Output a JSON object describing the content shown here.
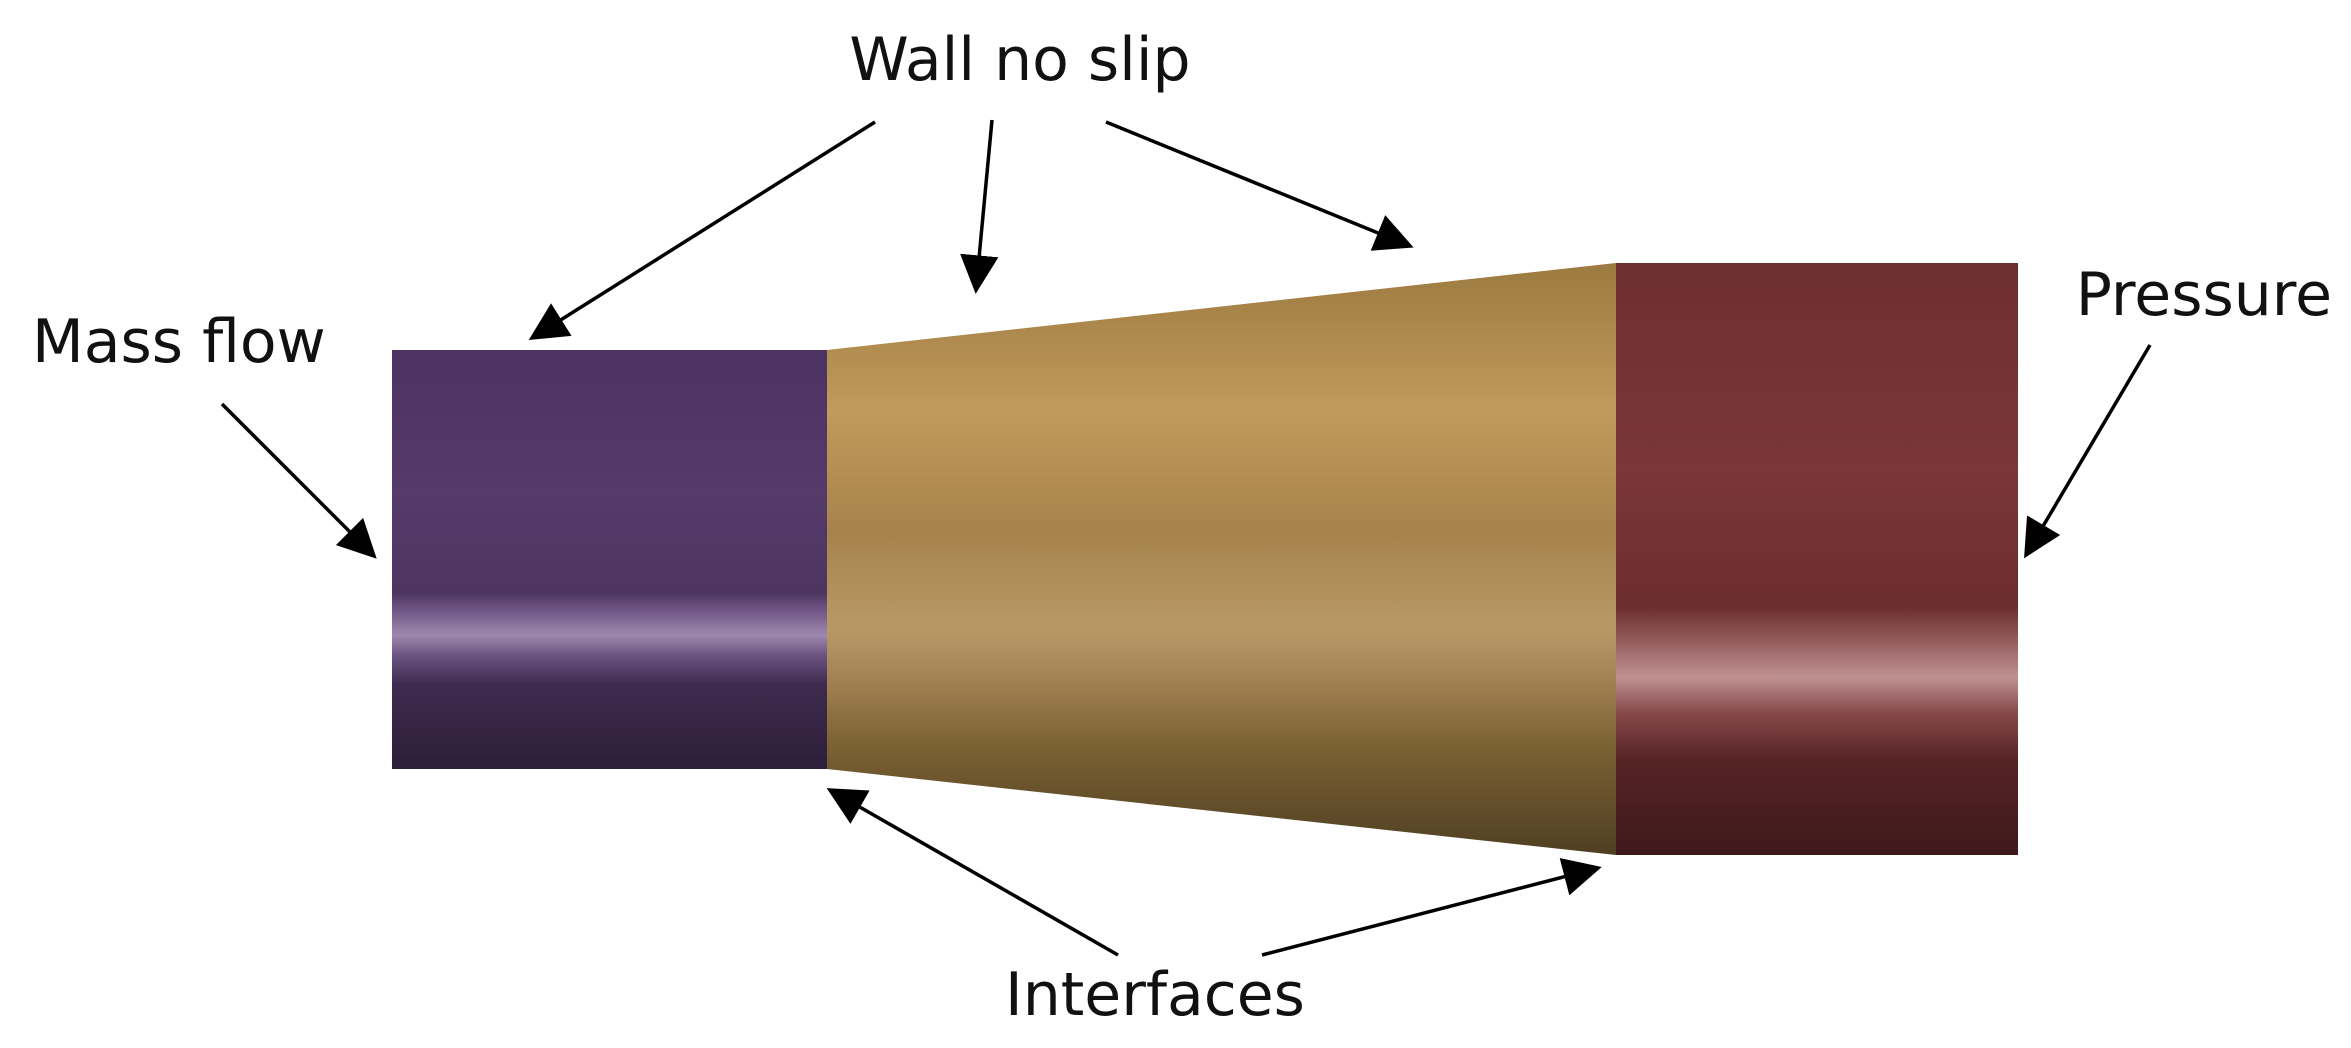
{
  "labels": {
    "wall": "Wall no slip",
    "mass_flow": "Mass flow",
    "pressure": "Pressure",
    "interfaces": "Interfaces"
  },
  "colors": {
    "inlet": "#543a66",
    "diffuser": "#b5894a",
    "outlet": "#793537",
    "arrow": "#000000",
    "text": "#111111"
  }
}
